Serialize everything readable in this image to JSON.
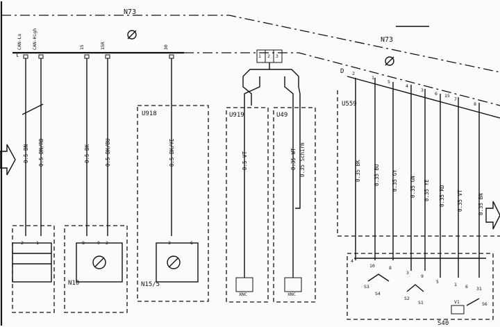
{
  "modules": {
    "n73_top": "N73",
    "n73_right": "N73",
    "u918": "U918",
    "u919": "U919",
    "u49": "U49",
    "u559": "U559",
    "n10": "N10",
    "n15_5": "N15/5",
    "s40": "S40"
  },
  "connectors": {
    "l_left": "l",
    "d": "D",
    "c": "C"
  },
  "top_pins": [
    "CAN-Lo",
    "CAN-High",
    "15",
    "15R",
    "30",
    "1",
    "2",
    "3"
  ],
  "wires_left": [
    {
      "label": "0.5 BN"
    },
    {
      "label": "0.5 BN/RD"
    },
    {
      "label": "0.5 BK"
    },
    {
      "label": "0.5 BK/BU"
    },
    {
      "label": "0.5 BK/YE"
    },
    {
      "label": "0.5 VT"
    },
    {
      "label": "0.35 WT"
    },
    {
      "label": "0.35 Schirm"
    }
  ],
  "wires_right": [
    {
      "label": "0.35 BK"
    },
    {
      "label": "0.35 BU"
    },
    {
      "label": "0.35 GY"
    },
    {
      "label": "0.35 GN"
    },
    {
      "label": "0.35 YE"
    },
    {
      "label": "0.35 RD"
    },
    {
      "label": "0.35 VT"
    },
    {
      "label": "0.35 BN"
    }
  ],
  "right_pins_top": [
    "2",
    "1",
    "5",
    "4",
    "3",
    "6",
    "15",
    "7",
    "8"
  ],
  "right_pins_bottom": [
    "4",
    "10",
    "8",
    "3",
    "9",
    "5",
    "1",
    "6",
    "31"
  ],
  "bottom_pins": {
    "n10_left": [
      "2",
      "1"
    ],
    "n10": [
      "8",
      "9",
      "2"
    ],
    "n15_5": [
      "3",
      "6"
    ]
  },
  "xnc": [
    "XNC",
    "XNC"
  ],
  "switches": [
    "S3",
    "S4",
    "S2",
    "S1",
    "S6",
    "V1"
  ]
}
